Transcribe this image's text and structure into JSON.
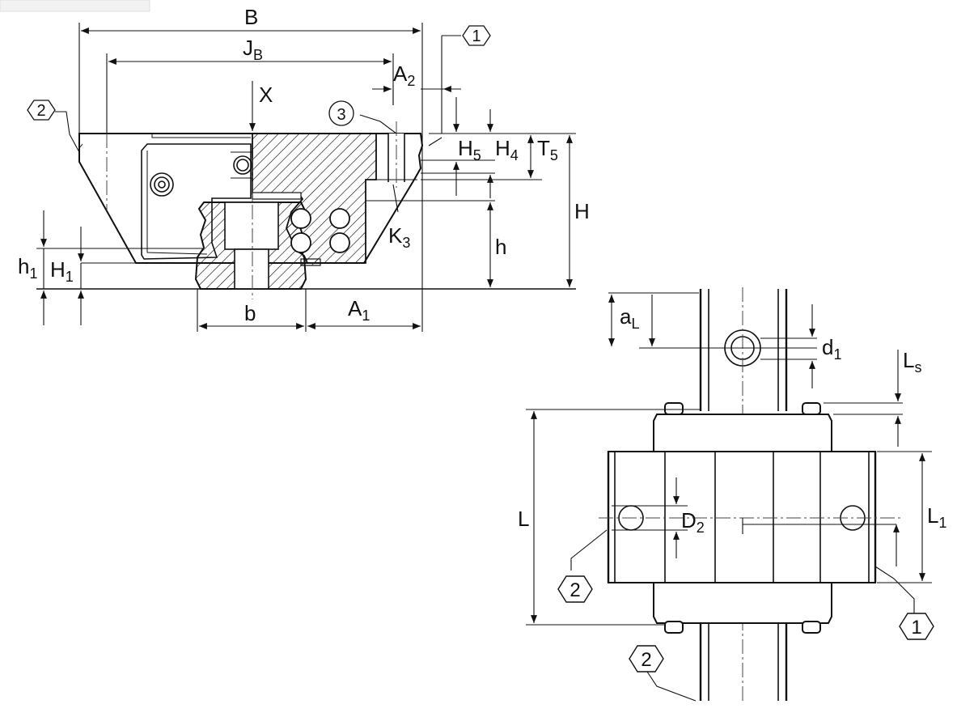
{
  "front_view": {
    "dimensions": {
      "B": "B",
      "JB_main": "J",
      "JB_sub": "B",
      "A2_main": "A",
      "A2_sub": "2",
      "X": "X",
      "H5_main": "H",
      "H5_sub": "5",
      "H4_main": "H",
      "H4_sub": "4",
      "T5_main": "T",
      "T5_sub": "5",
      "H": "H",
      "K3_main": "K",
      "K3_sub": "3",
      "h": "h",
      "h1_main": "h",
      "h1_sub": "1",
      "H1_main": "H",
      "H1_sub": "1",
      "b": "b",
      "A1_main": "A",
      "A1_sub": "1"
    },
    "callouts": {
      "tag1": "1",
      "tag2": "2",
      "tag3": "3"
    }
  },
  "top_view": {
    "dimensions": {
      "aL_main": "a",
      "aL_sub": "L",
      "d1_main": "d",
      "d1_sub": "1",
      "Ls_main": "L",
      "Ls_sub": "s",
      "L": "L",
      "L1_main": "L",
      "L1_sub": "1",
      "D2_main": "D",
      "D2_sub": "2"
    },
    "callouts": {
      "tag2_left": "2",
      "tag1_right": "1",
      "tag2_bottom": "2"
    }
  }
}
